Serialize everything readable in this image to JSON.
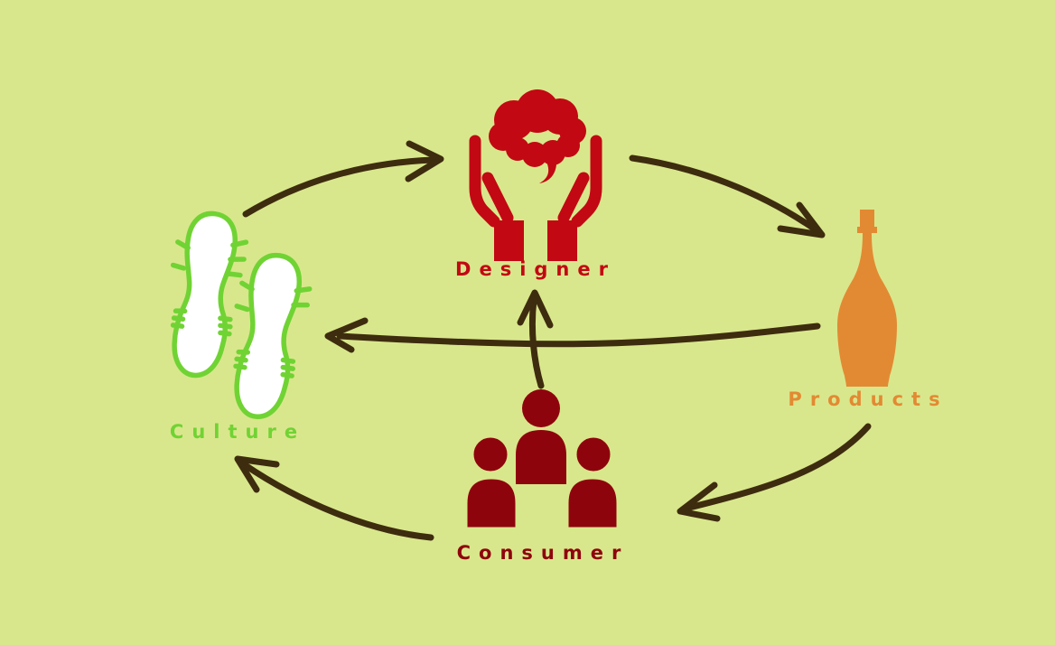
{
  "diagram": {
    "background_color": "#d9e78c",
    "arrow_color": "#3e2c0f",
    "nodes": [
      {
        "id": "designer",
        "label": "Designer",
        "color": "#c20813",
        "icon": "hands-holding-idea-cloud-icon"
      },
      {
        "id": "products",
        "label": "Products",
        "color": "#e28a33",
        "icon": "bottle-icon"
      },
      {
        "id": "consumer",
        "label": "Consumer",
        "color": "#8e040d",
        "icon": "people-group-icon"
      },
      {
        "id": "culture",
        "label": "Culture",
        "color": "#70d334",
        "icon": "footprints-icon"
      }
    ],
    "edges": [
      {
        "from": "culture",
        "to": "designer"
      },
      {
        "from": "designer",
        "to": "products"
      },
      {
        "from": "products",
        "to": "consumer"
      },
      {
        "from": "consumer",
        "to": "culture"
      },
      {
        "from": "products",
        "to": "culture"
      },
      {
        "from": "consumer",
        "to": "designer"
      }
    ]
  }
}
